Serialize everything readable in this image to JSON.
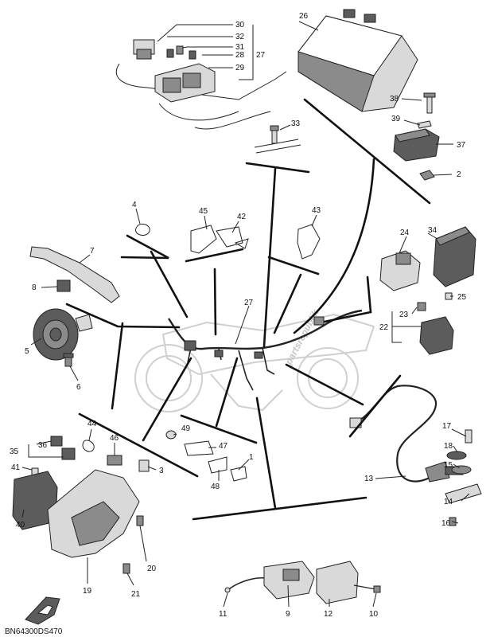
{
  "diagram": {
    "code": "BN64300DS470",
    "watermark": "partsrepublik",
    "callouts": {
      "n1": "1",
      "n2": "2",
      "n3": "3",
      "n4": "4",
      "n5": "5",
      "n6": "6",
      "n7": "7",
      "n8": "8",
      "n9": "9",
      "n10": "10",
      "n11": "11",
      "n12": "12",
      "n13": "13",
      "n14": "14",
      "n15": "15",
      "n16": "16",
      "n17": "17",
      "n18": "18",
      "n19": "19",
      "n20": "20",
      "n21": "21",
      "n22": "22",
      "n23": "23",
      "n24": "24",
      "n25": "25",
      "n26": "26",
      "n27a": "27",
      "n27b": "27",
      "n28": "28",
      "n29": "29",
      "n30": "30",
      "n31": "31",
      "n32": "32",
      "n33": "33",
      "n34": "34",
      "n35": "35",
      "n36": "36",
      "n37": "37",
      "n38": "38",
      "n39": "39",
      "n40": "40",
      "n41": "41",
      "n42": "42",
      "n43": "43",
      "n44": "44",
      "n45": "45",
      "n46": "46",
      "n47": "47",
      "n48": "48",
      "n49": "49"
    }
  }
}
